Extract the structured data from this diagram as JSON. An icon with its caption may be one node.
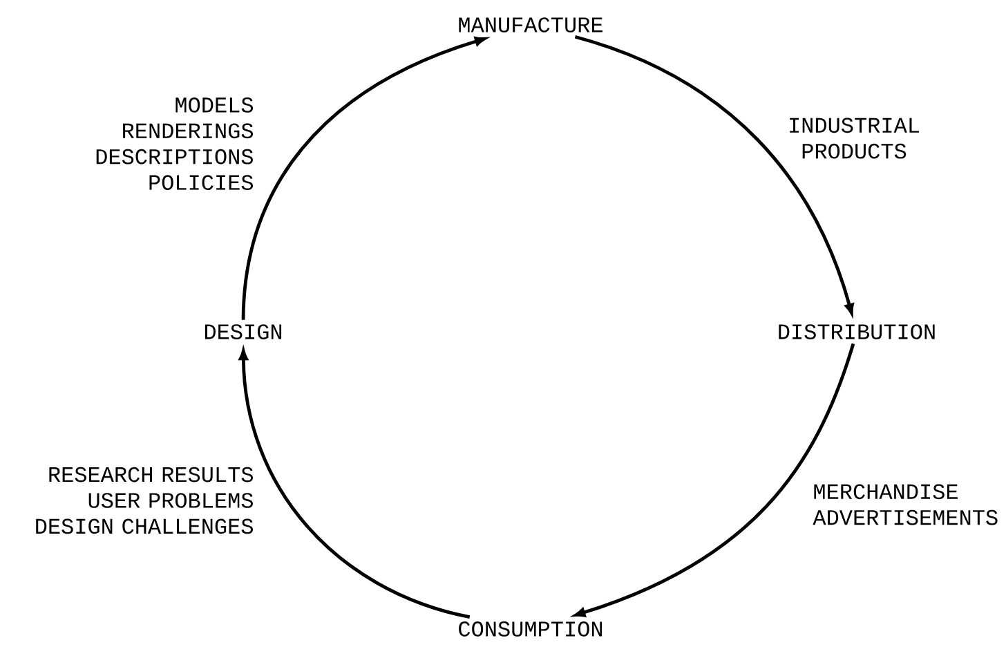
{
  "diagram": {
    "nodes": [
      {
        "text": [
          "MANUFACTURE"
        ]
      },
      {
        "text": [
          "DISTRIBUTION"
        ]
      },
      {
        "text": [
          "CONSUMPTION"
        ]
      },
      {
        "text": [
          "DESIGN"
        ]
      }
    ],
    "edges": [
      {
        "from": 0,
        "to": 1,
        "arrow": "to",
        "label": "INDUSTRIAL PRODUCTS"
      },
      {
        "from": 1,
        "to": 2,
        "arrow": "to",
        "label": "MERCHANDISE ADVERTISEMENTS"
      },
      {
        "from": 2,
        "to": 3,
        "arrow": "to",
        "label": "RESEARCH RESULTS USER PROBLEMS DESIGN CHALLENGES"
      },
      {
        "from": 3,
        "to": 0,
        "arrow": "to",
        "label": "MODELS RENDERINGS DESCRIPTIONS POLICIES"
      }
    ]
  }
}
